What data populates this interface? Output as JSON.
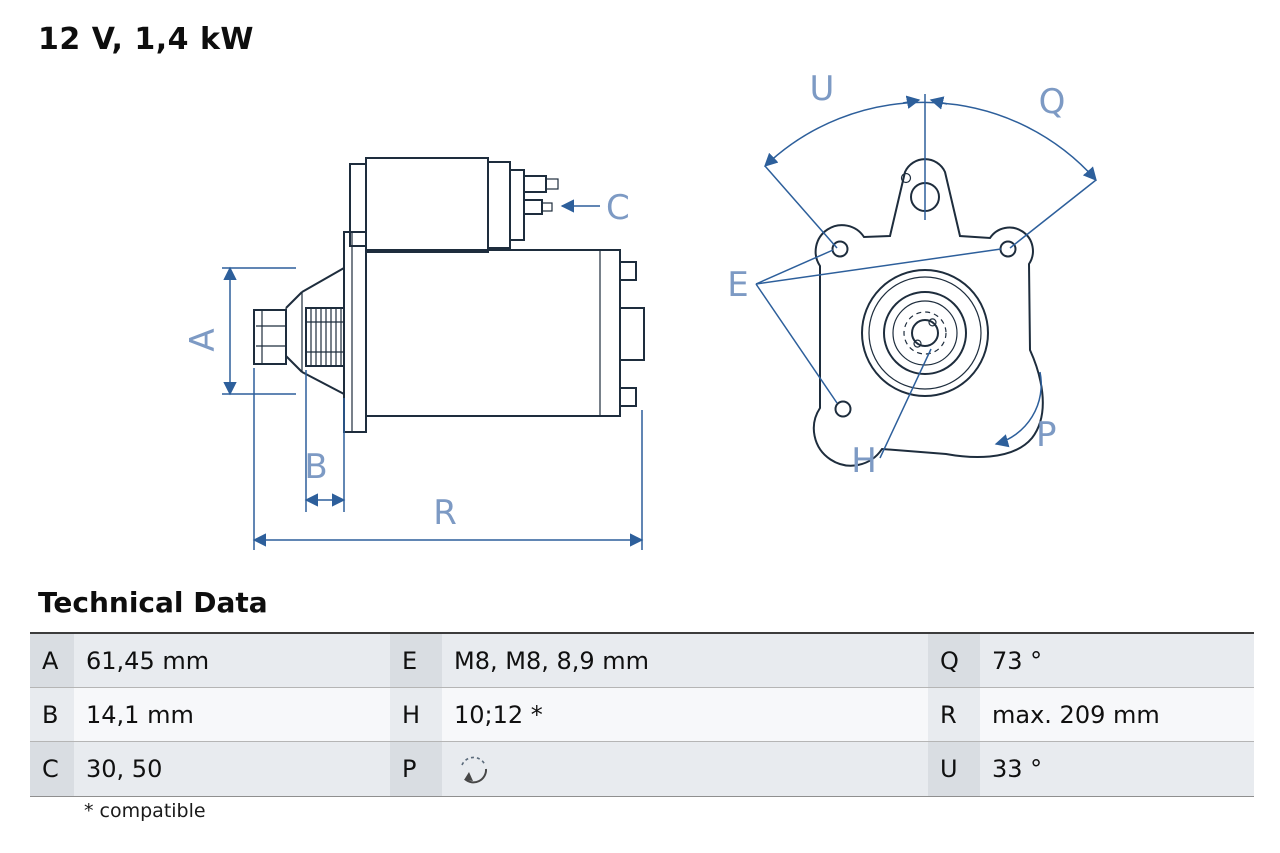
{
  "title": "12 V, 1,4 kW",
  "colors": {
    "accent_blue": "#2d5f9b",
    "label_blue": "#7d9ac4",
    "outline_dark": "#1e2d3d",
    "row_shade_dark": "#d9dde2",
    "row_shade_light": "#e8ebef"
  },
  "diagram": {
    "labels": {
      "A": "A",
      "B": "B",
      "C": "C",
      "E": "E",
      "H": "H",
      "P": "P",
      "Q": "Q",
      "R": "R",
      "U": "U"
    }
  },
  "icons": {
    "rotation_direction": "rotation-ccw-icon"
  },
  "table": {
    "heading": "Technical Data",
    "footnote": "* compatible",
    "rows": [
      {
        "cells": [
          {
            "key": "A",
            "value": "61,45 mm"
          },
          {
            "key": "E",
            "value": "M8, M8, 8,9 mm"
          },
          {
            "key": "Q",
            "value": "73 °"
          }
        ]
      },
      {
        "cells": [
          {
            "key": "B",
            "value": "14,1 mm"
          },
          {
            "key": "H",
            "value": "10;12 *"
          },
          {
            "key": "R",
            "value": "max. 209 mm"
          }
        ]
      },
      {
        "cells": [
          {
            "key": "C",
            "value": "30, 50"
          },
          {
            "key": "P",
            "value": ""
          },
          {
            "key": "U",
            "value": "33 °"
          }
        ]
      }
    ]
  }
}
